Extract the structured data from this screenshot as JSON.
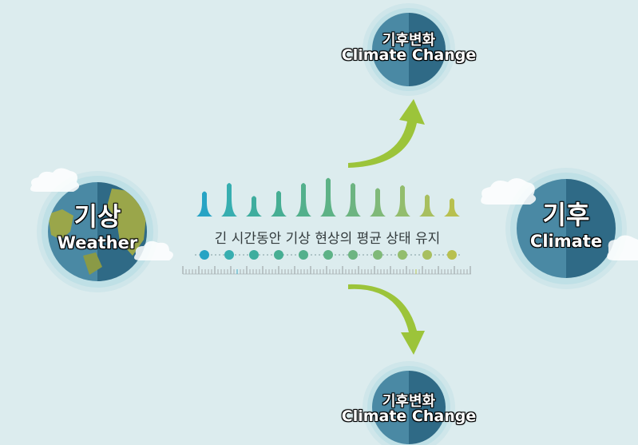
{
  "weather": {
    "title_ko": "기상",
    "title_en": "Weather"
  },
  "climate": {
    "title_ko": "기후",
    "title_en": "Climate"
  },
  "change_top": {
    "title_ko": "기후변화",
    "title_en": "Climate Change"
  },
  "change_bottom": {
    "title_ko": "기후변화",
    "title_en": "Climate Change"
  },
  "caption": "긴 시간동안 기상 현상의 평균 상태 유지",
  "colors": {
    "background": "#dcecee",
    "globe_dark": "#2f6a86",
    "globe_light": "#4a89a4",
    "arrow": "#9cc43a",
    "land": "#9aa64a"
  },
  "bar_colors": [
    "#27a3c4",
    "#37aeb0",
    "#3fad9e",
    "#46ae93",
    "#53b08c",
    "#5db286",
    "#6db481",
    "#80b979",
    "#93bd6d",
    "#a8bf5f",
    "#b8c04f"
  ],
  "bar_levels": [
    0.55,
    0.73,
    0.45,
    0.56,
    0.73,
    0.84,
    0.73,
    0.62,
    0.68,
    0.48,
    0.4
  ]
}
